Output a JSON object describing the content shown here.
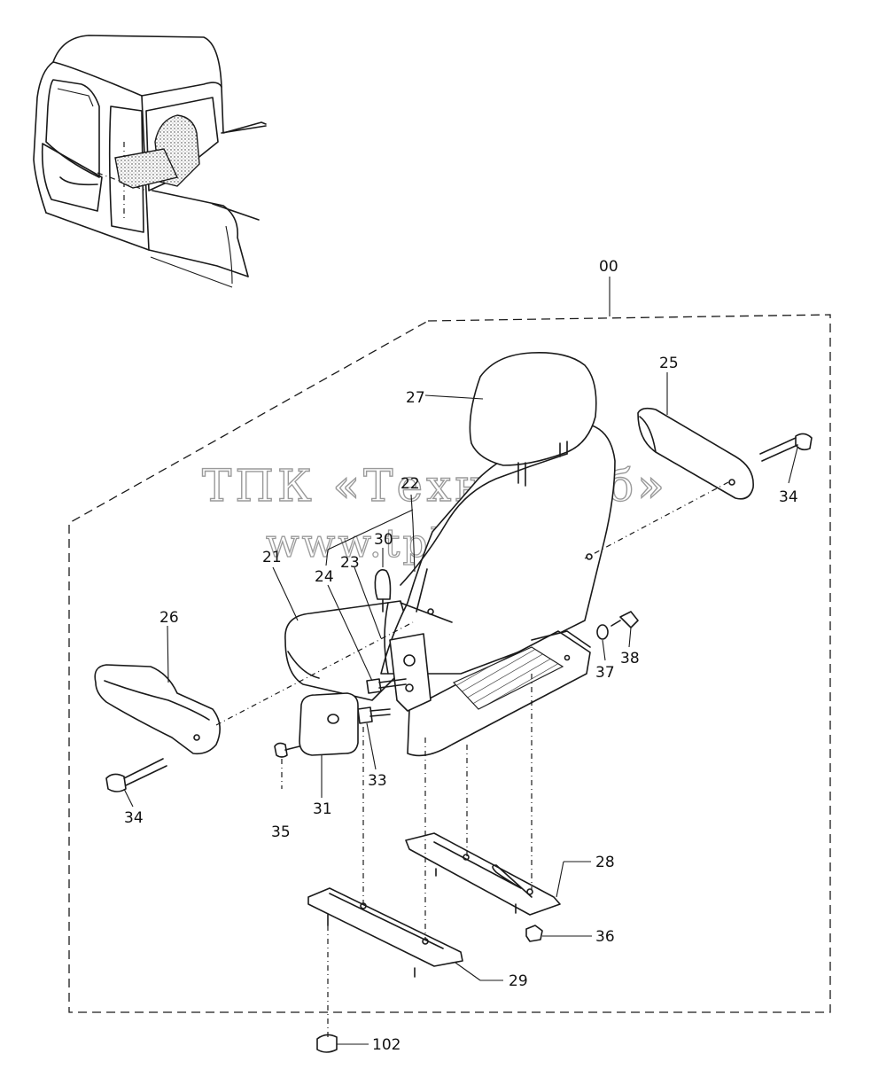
{
  "watermark": {
    "line1": "ТПК «Техно-Сиб»",
    "line2": "www.tpkts.ru"
  },
  "callouts": {
    "assembly": "00",
    "seat_cushion": "21",
    "seat_back": "22",
    "part_23": "23",
    "part_24": "24",
    "armrest_right": "25",
    "armrest_left": "26",
    "headrest": "27",
    "rail_right": "28",
    "rail_left": "29",
    "knob": "30",
    "side_cover": "31",
    "bolt_33": "33",
    "bolt_34_right": "34",
    "bolt_34_left": "34",
    "screw_35": "35",
    "nut_36": "36",
    "washer_37": "37",
    "bolt_38": "38",
    "nut_102": "102"
  }
}
